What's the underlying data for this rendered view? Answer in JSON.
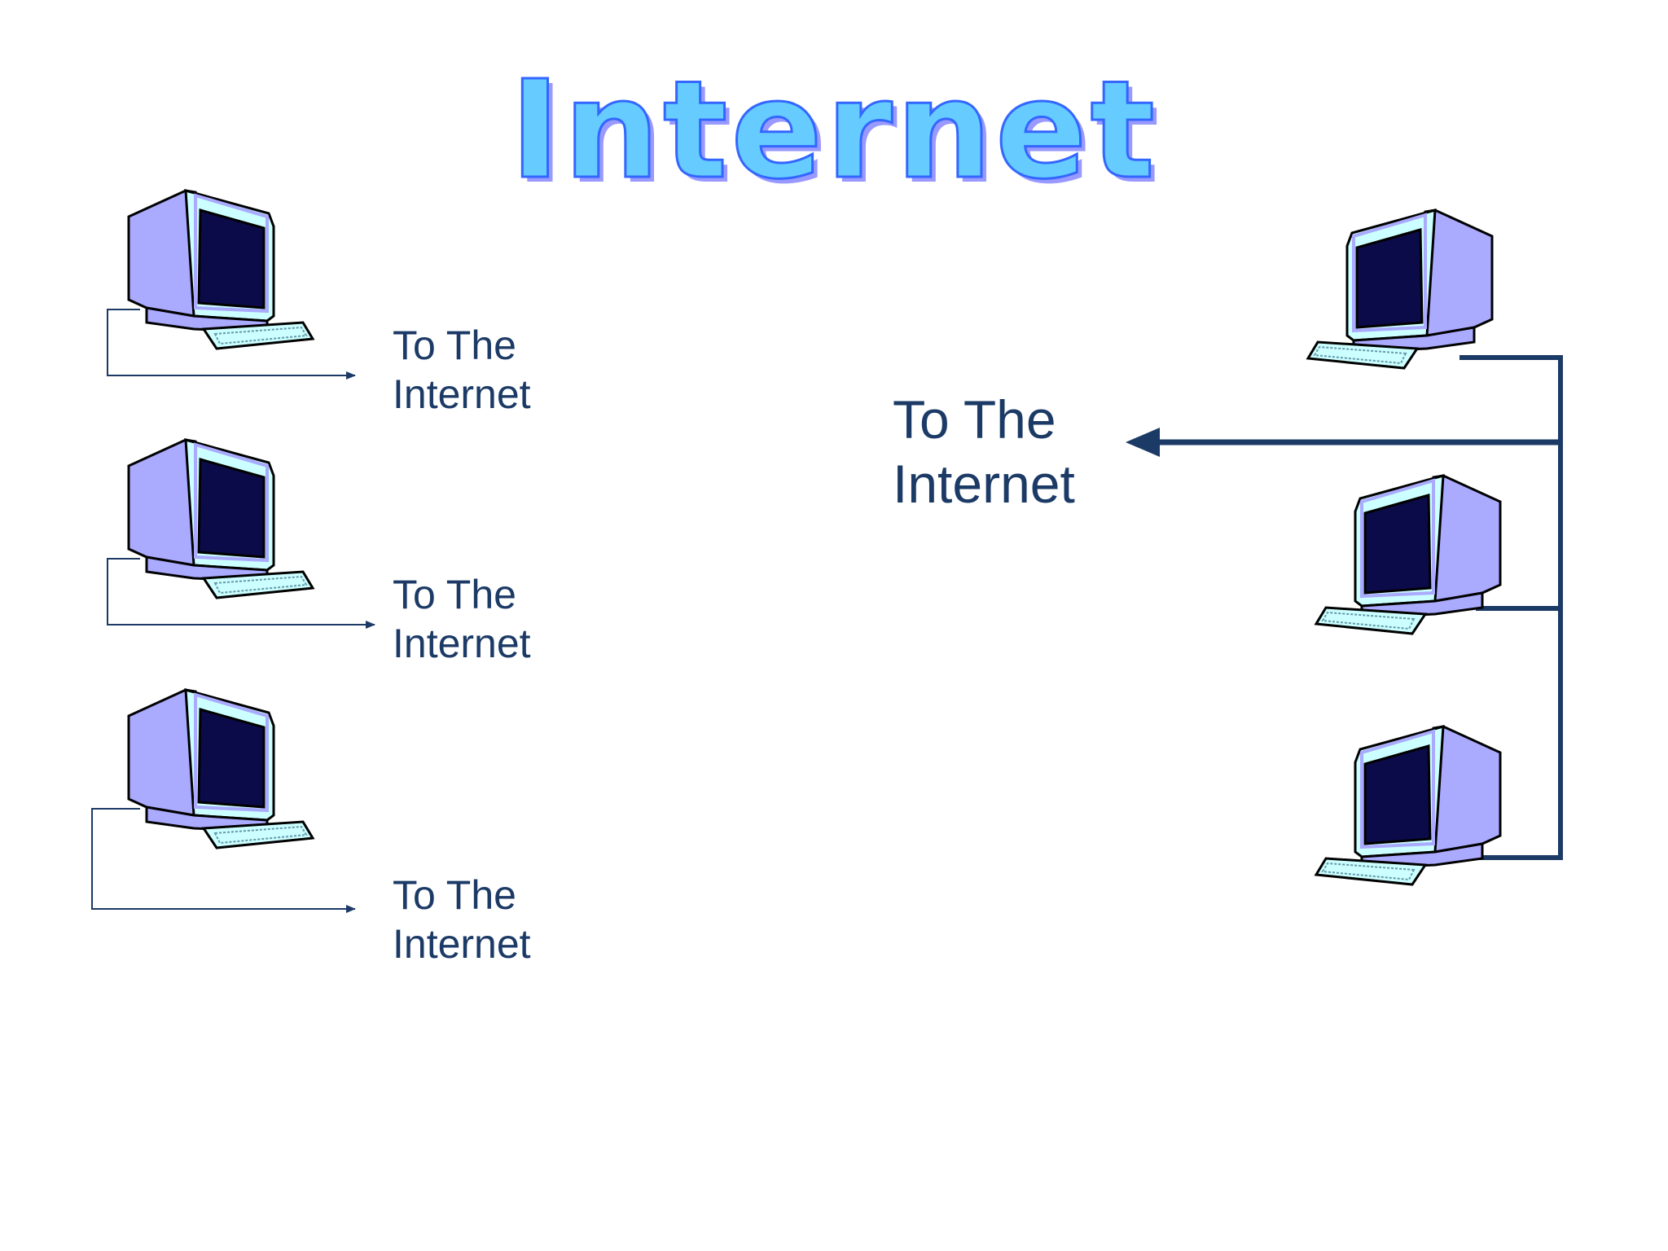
{
  "title": "Internet",
  "left_labels": [
    {
      "line1": "To The",
      "line2": "Internet"
    },
    {
      "line1": "To The",
      "line2": "Internet"
    },
    {
      "line1": "To The",
      "line2": "Internet"
    }
  ],
  "shared_label": {
    "line1": "To The",
    "line2": "Internet"
  },
  "colors": {
    "title_fill": "#66ccff",
    "title_outline": "#3366ff",
    "title_shadow": "#9999ff",
    "label_text": "#1c3a66",
    "connector_line": "#1c3a66",
    "monitor_body": "#aaaaff",
    "monitor_screen": "#0b0b4a",
    "monitor_bezel": "#ccffff"
  },
  "icons": {
    "left_computers": [
      "computer-icon",
      "computer-icon",
      "computer-icon"
    ],
    "right_computers": [
      "computer-icon",
      "computer-icon",
      "computer-icon"
    ],
    "arrows": [
      "arrow-right-icon",
      "arrow-left-icon"
    ]
  }
}
